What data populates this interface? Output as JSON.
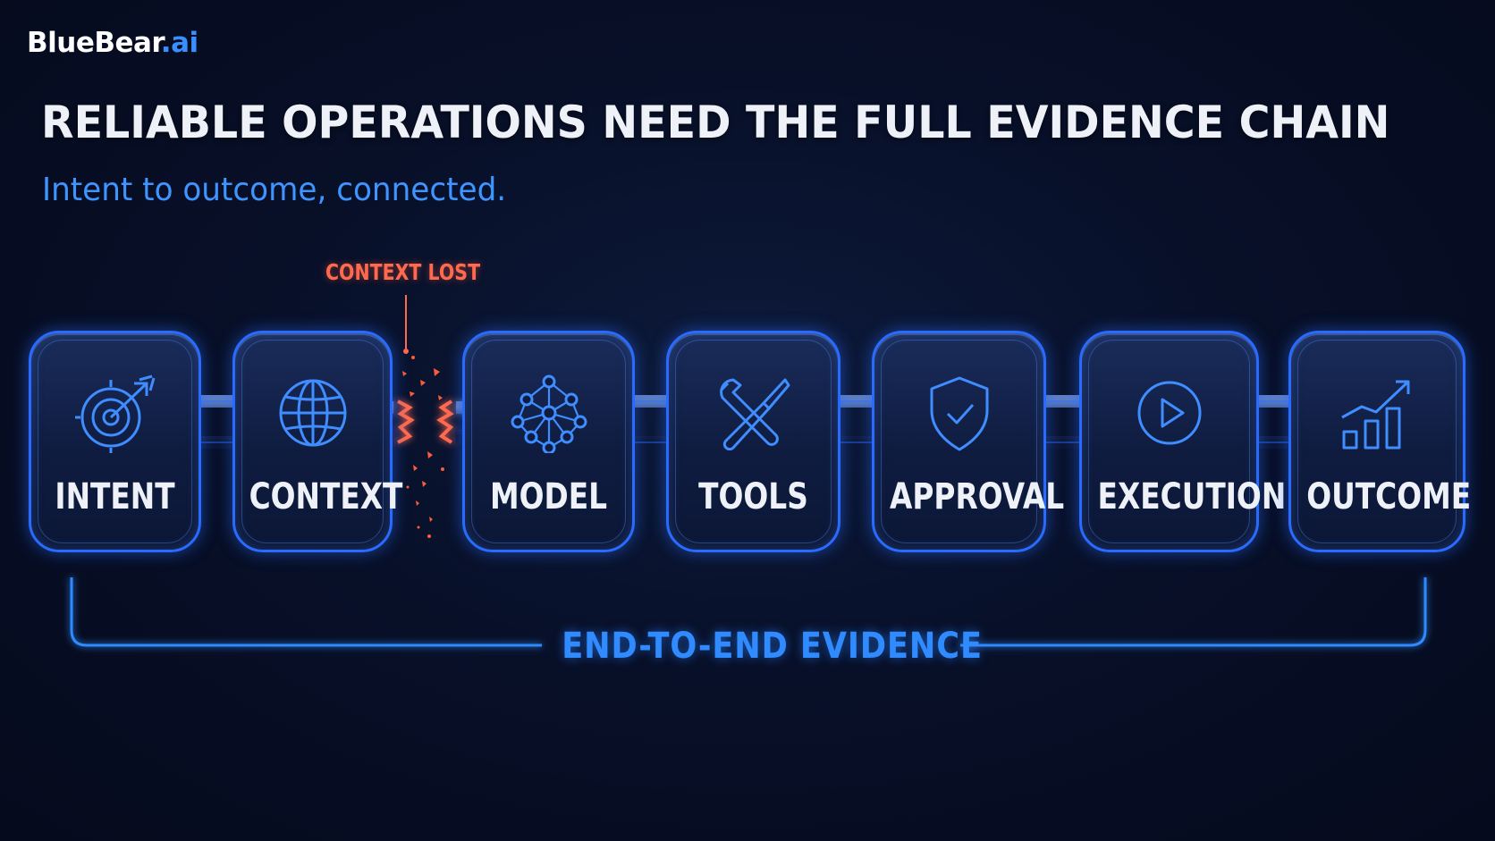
{
  "brand": {
    "name": "BlueBear",
    "suffix": ".ai"
  },
  "title": "RELIABLE OPERATIONS NEED THE FULL EVIDENCE CHAIN",
  "subtitle": "Intent to outcome, connected.",
  "break_label": "CONTEXT LOST",
  "stages": [
    {
      "label": "INTENT",
      "icon": "target-icon"
    },
    {
      "label": "CONTEXT",
      "icon": "globe-icon"
    },
    {
      "label": "MODEL",
      "icon": "network-icon"
    },
    {
      "label": "TOOLS",
      "icon": "tools-icon"
    },
    {
      "label": "APPROVAL",
      "icon": "shield-check-icon"
    },
    {
      "label": "EXECUTION",
      "icon": "play-icon"
    },
    {
      "label": "OUTCOME",
      "icon": "growth-chart-icon"
    }
  ],
  "bracket_label": "END-TO-END EVIDENCE",
  "colors": {
    "accent": "#2f8bff",
    "break": "#ff6a4f",
    "text": "#eef2f8",
    "background": "#050a1c"
  }
}
